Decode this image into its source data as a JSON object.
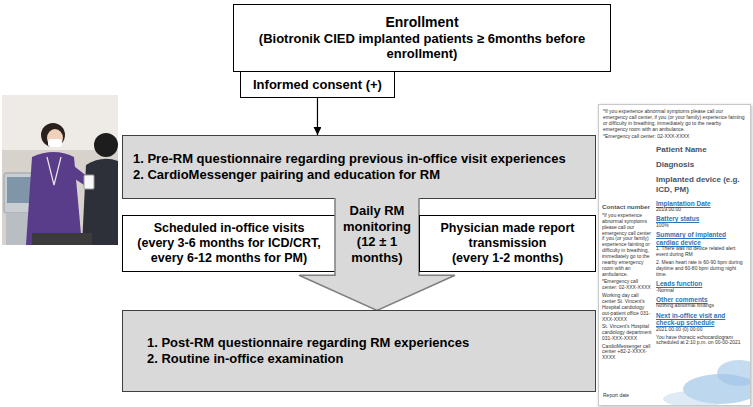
{
  "diagram": {
    "nodes": [
      {
        "text": [
          "Enrollment",
          "(Biotronik CIED implanted patients ≥ 6months before enrollment)"
        ]
      },
      {
        "text": [
          "Informed consent (+)"
        ]
      },
      {
        "text": [
          "1. Pre-RM questionnaire regarding previous in-office visit experiences",
          "2. CardioMessenger pairing and education for RM"
        ]
      },
      {
        "text": [
          "Scheduled in-office visits",
          "(every 3-6 months for ICD/CRT, every 6-12 months for PM)"
        ]
      },
      {
        "text": [
          "Daily RM monitoring (12 ± 1 months)"
        ]
      },
      {
        "text": [
          "Physician made report transmission",
          "(every 1-2 months)"
        ]
      },
      {
        "text": [
          "1. Post-RM questionnaire regarding RM experiences",
          "2. Routine in-office examination"
        ]
      }
    ],
    "edges": [
      {
        "from": 1,
        "to": 2,
        "arrow": "to"
      }
    ],
    "labels": [
      "*If you experience abnormal symptoms please call our emergency call center, if you (or your family) experience fainting or difficulty in breathing, immediately go to the nearby emergency room with an ambulance.",
      "*Emergency call center: 02-XXX-XXXX",
      "Patient Name",
      "Diagnosis",
      "Implanted device (e.g. ICD, PM)",
      "Contact number",
      "*If you experience abnormal symptoms please call our emergency call center if you (or your family) experience fainting or difficulty in breathing, immediately go to the nearby emergency room with an ambulance.",
      "*Emergency call center: 02-XXX-XXXX",
      "Working day call center St. Vincent's Hospital cardiology out-patient office 031-XXX-XXXX",
      "St. Vincent's Hospital cardiology department 031-XXX-XXXX",
      "CardioMessenger call center +82-2-XXXX-XXXX",
      "Implantation Date",
      "2019.00.00",
      "Battery status",
      "100%",
      "Summary of implanted cardiac device",
      "1. There was no device related alert event during RM",
      "2. Mean heart rate is 60-90 bpm during daytime and 60-80 bpm during night time.",
      "Leads function",
      "-Normal",
      "Other comments",
      "Nothing abnormal findings",
      "Next in-office visit and check-up schedule",
      "2021.00.00 (0) 00:00",
      "You have thoracic echocardiogram scheduled at 2:10 p.m. on 00-00-2021",
      "Report date"
    ]
  }
}
